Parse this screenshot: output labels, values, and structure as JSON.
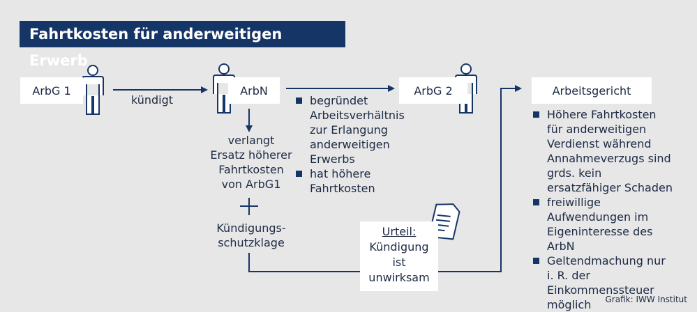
{
  "title": "Fahrtkosten für anderweitigen Erwerb",
  "nodes": {
    "arbg1": "ArbG 1",
    "arbn": "ArbN",
    "arbg2": "ArbG 2",
    "gericht": "Arbeitsgericht"
  },
  "edge_kuendigt": "kündigt",
  "arbn_claim": [
    "verlangt",
    "Ersatz höherer",
    "Fahrtkosten",
    "von ArbG1"
  ],
  "plus": "+",
  "klage": [
    "Kündigungs-",
    "schutzklage"
  ],
  "arbg2_bullets": [
    "begründet Arbeitsverhältnis zur Erlangung anderweitigen Erwerbs",
    "hat höhere Fahrtkosten"
  ],
  "urteil": {
    "label": "Urteil:",
    "lines": [
      "Kündigung",
      "ist",
      "unwirksam"
    ]
  },
  "gericht_bullets": [
    "Höhere Fahrtkosten für anderweitigen Verdienst während Annahmeverzugs sind grds. kein ersatzfähiger Schaden",
    "freiwillige Aufwendungen im Eigeninteresse des ArbN",
    "Geltendmachung nur i. R. der Einkommenssteuer möglich"
  ],
  "credit": "Grafik: IWW Institut",
  "colors": {
    "primary": "#163567",
    "background": "#e7e7e7",
    "box": "#ffffff"
  },
  "icons": [
    "person-icon",
    "document-icon"
  ]
}
